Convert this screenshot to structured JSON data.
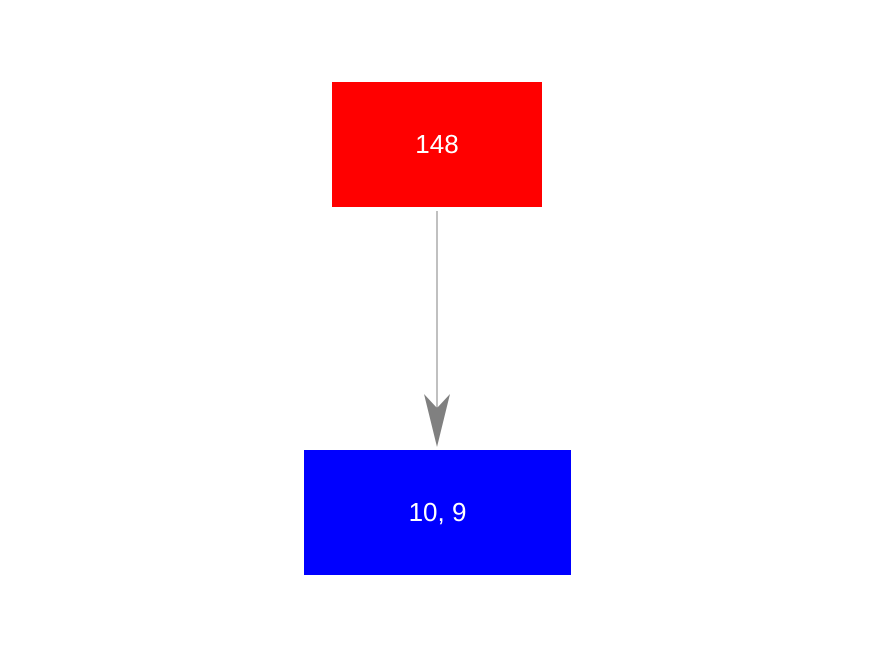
{
  "diagram": {
    "nodes": [
      {
        "id": "top",
        "label": "148",
        "color": "#ff0000"
      },
      {
        "id": "bottom",
        "label": "10, 9",
        "color": "#0000ff"
      }
    ],
    "edges": [
      {
        "from": "top",
        "to": "bottom",
        "color": "#808080"
      }
    ]
  }
}
